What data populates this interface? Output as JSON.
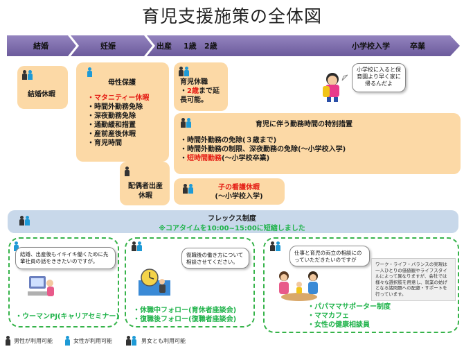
{
  "title": "育児支援施策の全体図",
  "timeline": {
    "stages": [
      "結婚",
      "妊娠",
      "出産",
      "1歳",
      "2歳",
      "小学校入学",
      "卒業"
    ]
  },
  "marriage_box": {
    "label": "結婚休暇"
  },
  "maternity_box": {
    "title": "母性保護",
    "items": [
      "・マタニティー休暇",
      "・時間外勤務免除",
      "・深夜勤務免除",
      "・通勤緩和措置",
      "・産前産後休暇",
      "・育児時間"
    ]
  },
  "spouse_box": {
    "line1": "配偶者出産",
    "line2": "休暇"
  },
  "childcare_leave_box": {
    "line1": "育児休職",
    "line2a": "・",
    "line2b": "2歳",
    "line2c": "まで延",
    "line3": "長可能。"
  },
  "elementary_bubble": "小学校に入ると保育園より早く家に帰るんだよ",
  "special_measures_box": {
    "title": "育児に伴う勤務時間の特別措置",
    "item1": "・時間外勤務の免除(３歳まで)",
    "item2": "・時間外勤務の制限、深夜勤務の免除(～小学校入学)",
    "item3a": "・",
    "item3b": "短時間勤務",
    "item3c": "(～小学校卒業)"
  },
  "sick_child_box": {
    "line1": "子の看護休暇",
    "line2": "(～小学校入学)"
  },
  "flex": {
    "title": "フレックス制度",
    "note": "※コアタイムを10:00~15:00に短縮しました"
  },
  "bottom_left": {
    "bubble": "結婚、出産後もイキイキ働くために先輩社員の話をききたいのですが。",
    "item": "・ウーマンPJ(キャリアセミナー)"
  },
  "bottom_middle": {
    "bubble": "復職後の働き方について相談させてください。",
    "item1": "・休職中フォロー(育休者座談会)",
    "item2": "・復職後フォロー(復職者座談会)"
  },
  "bottom_right": {
    "bubble": "仕事と育児の両立の相談にのっていただきたいのですが",
    "note": "ワーク・ライフ・バランスの実現は一人ひとりの価値観やライフスタイルによって異なりますが、会社では様々な選択肢を用意し、就業の妨げとなる諸問題への配慮・サポートを行っています。",
    "item1": "・パパママサポーター制度",
    "item2": "・ママカフェ",
    "item3": "・女性の健康相談員"
  },
  "legend": {
    "male": "男性が利用可能",
    "female": "女性が利用可能",
    "both": "男女とも利用可能"
  },
  "colors": {
    "timeline": "#7b6aa8",
    "orange_box": "#fcd9a6",
    "flex_bar": "#c8d8ea",
    "dashed_border": "#36b34a",
    "highlight_red": "#e41b13",
    "highlight_green": "#1fb34a",
    "male_icon": "#333333",
    "female_icon": "#1e9ad6"
  },
  "icons": [
    "male-person-icon",
    "female-person-icon",
    "clock-icon",
    "computer-icon",
    "family-icon",
    "child-icon"
  ]
}
